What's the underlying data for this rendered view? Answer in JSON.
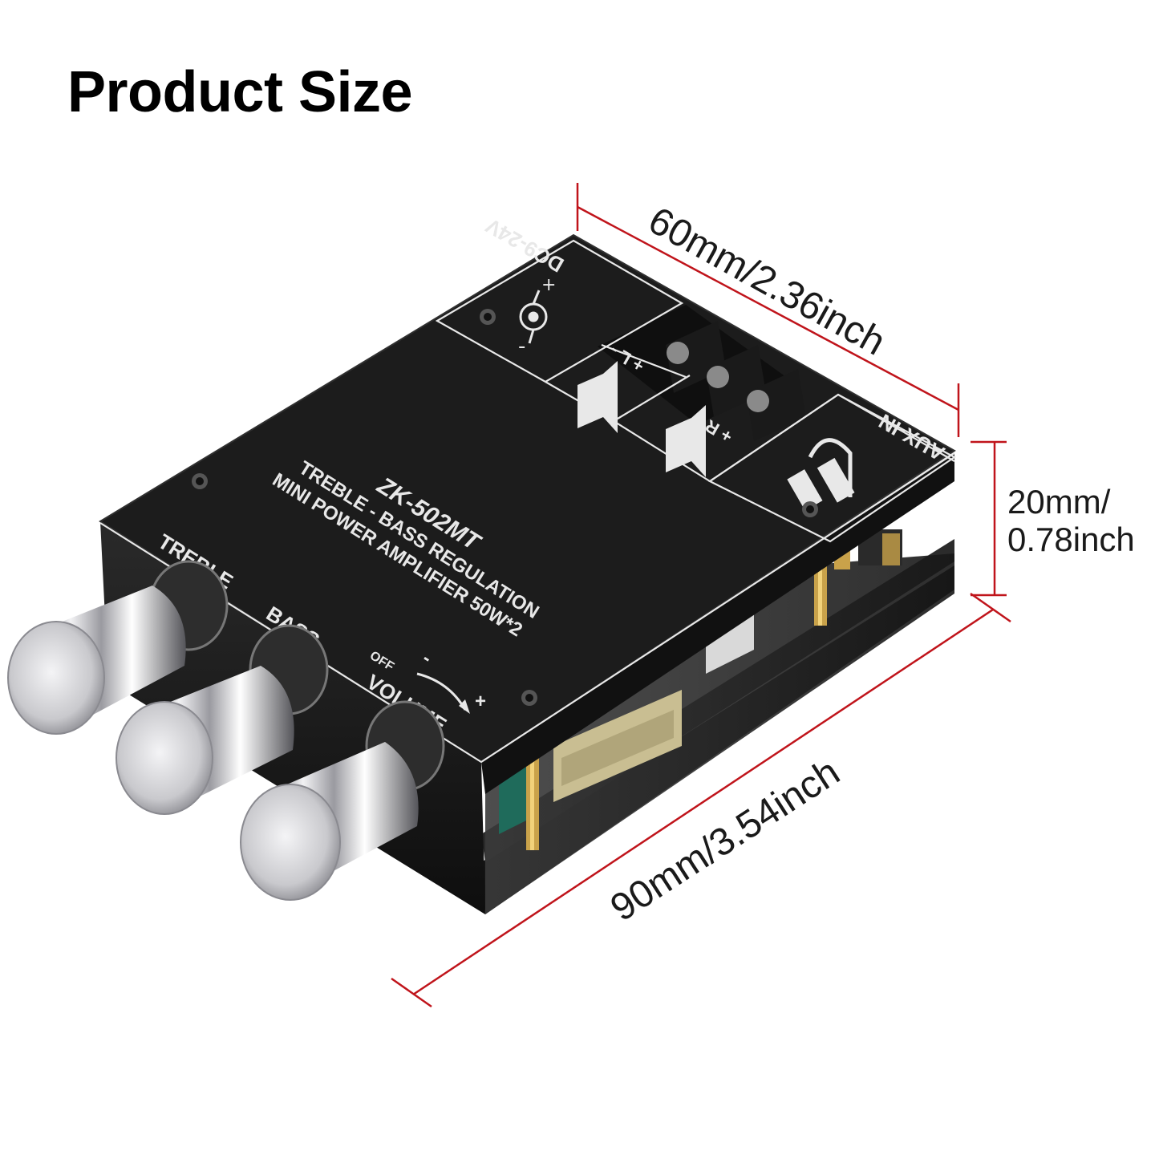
{
  "page": {
    "heading": "Product Size"
  },
  "dimensions": {
    "width_label": "60mm/2.36inch",
    "height_label_line1": "20mm/",
    "height_label_line2": "0.78inch",
    "length_label": "90mm/3.54inch"
  },
  "board": {
    "model": "ZK-502MT",
    "line2": "TREBLE - BASS REGULATION",
    "line3": "MINI POWER AMPLIFIER 50W*2",
    "power_label": "DC9-24V",
    "aux_label": "AUX-IN",
    "left_channel": "+ L -",
    "right_channel": "+ R -",
    "plus_sign": "+",
    "minus_sign": "-"
  },
  "knobs": {
    "treble_label": "TREBLE",
    "bass_label": "BASS",
    "volume_label": "VOLUME",
    "off_label": "OFF",
    "minus_label": "-",
    "plus_label": "+"
  },
  "colors": {
    "dimension_line": "#c0141b",
    "panel": "#1c1c1c",
    "panel_text": "#e8e8e8",
    "knob": "#c8c8cc"
  }
}
